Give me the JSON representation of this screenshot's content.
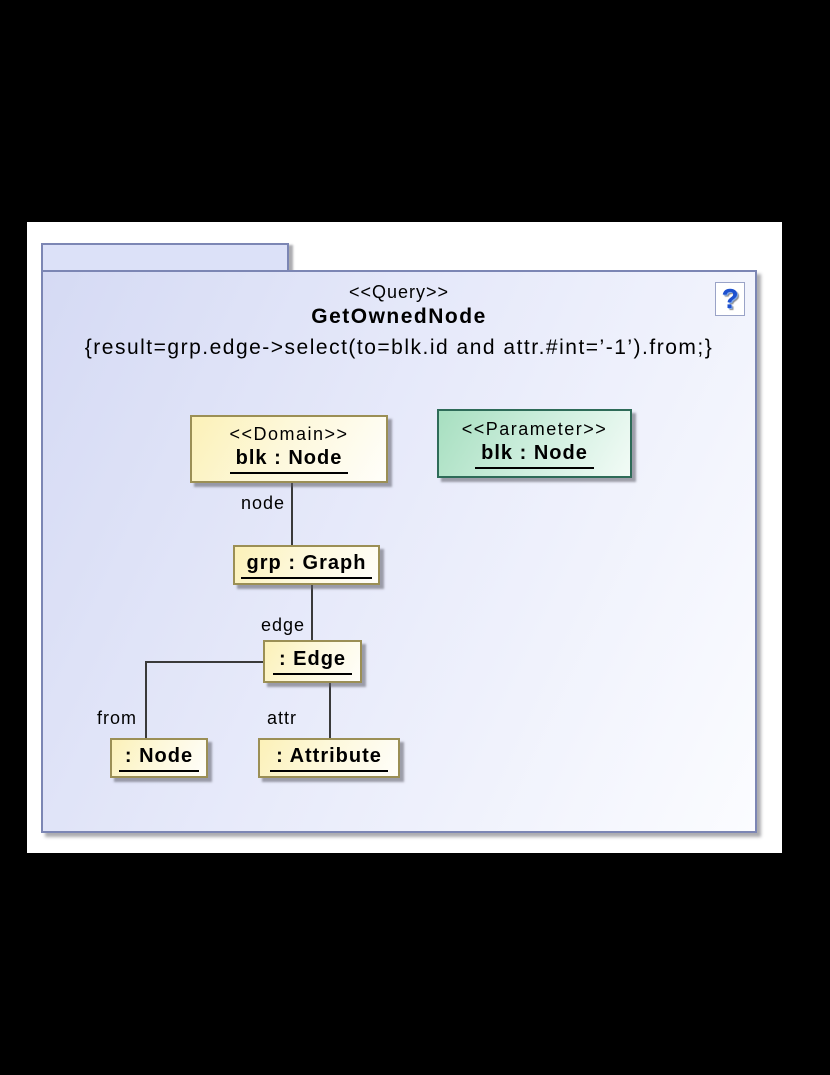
{
  "colors": {
    "frame_border": "#7c86b4",
    "frame_fill_top": "#d5daf4",
    "frame_fill_bottom": "#fbfcff",
    "tab_fill": "#dce1f8",
    "domain_box_border": "#9b8f55",
    "domain_box_fill": "#fcf1b8",
    "parameter_box_border": "#2e6b58",
    "parameter_box_fill": "#a7dfc0",
    "connector": "#3a3a3a",
    "help_icon_blue": "#1c50cf",
    "page_background": "#ffffff",
    "outer_background": "#000000"
  },
  "diagram": {
    "stereotype": "<<Query>>",
    "title": "GetOwnedNode",
    "expression": "{result=grp.edge->select(to=blk.id and attr.#int=’-1’).from;}",
    "help_icon_glyph": "?",
    "nodes": [
      {
        "stereotype": "<<Domain>>",
        "label": "blk : Node"
      },
      {
        "stereotype": "<<Parameter>>",
        "label": "blk : Node"
      },
      {
        "label": "grp : Graph"
      },
      {
        "label": ": Edge"
      },
      {
        "label": ": Node"
      },
      {
        "label": ": Attribute"
      }
    ],
    "edges": [
      {
        "label": "node"
      },
      {
        "label": "edge"
      },
      {
        "label": "from"
      },
      {
        "label": "attr"
      }
    ]
  }
}
